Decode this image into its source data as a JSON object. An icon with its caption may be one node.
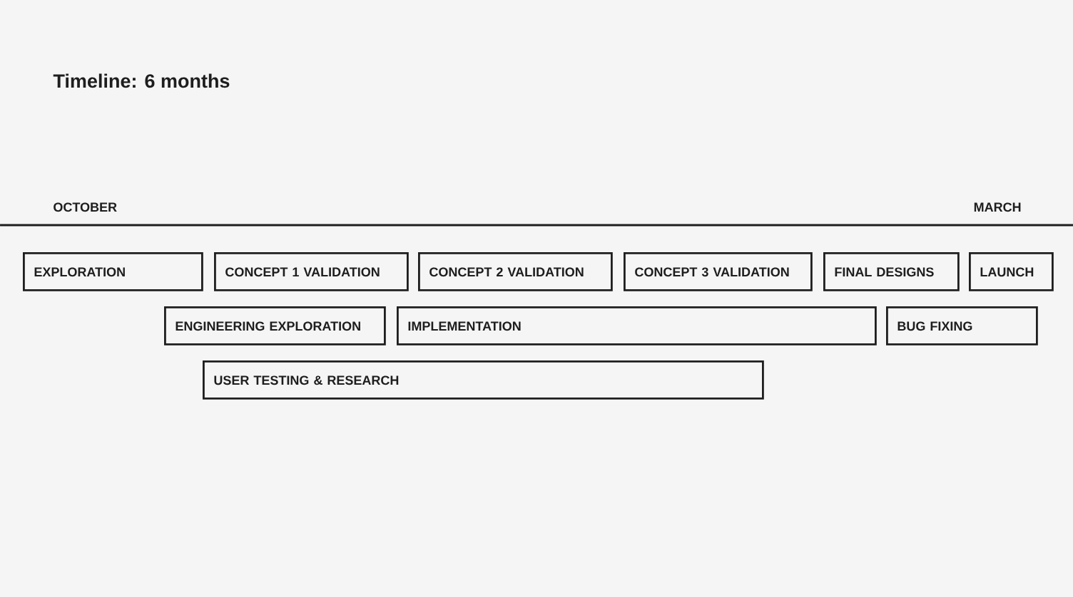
{
  "diagram": {
    "title": "Timeline: 6 months",
    "nodes": [
      {
        "text": [
          "EXPLORATION"
        ]
      },
      {
        "text": [
          "CONCEPT 1 VALIDATION"
        ]
      },
      {
        "text": [
          "CONCEPT 2 VALIDATION"
        ]
      },
      {
        "text": [
          "CONCEPT 3 VALIDATION"
        ]
      },
      {
        "text": [
          "FINAL DESIGNS"
        ]
      },
      {
        "text": [
          "LAUNCH"
        ]
      },
      {
        "text": [
          "ENGINEERING EXPLORATION"
        ]
      },
      {
        "text": [
          "IMPLEMENTATION"
        ]
      },
      {
        "text": [
          "BUG FIXING"
        ]
      },
      {
        "text": [
          "USER TESTING & RESEARCH"
        ]
      }
    ],
    "labels": [
      "OCTOBER",
      "MARCH"
    ]
  }
}
